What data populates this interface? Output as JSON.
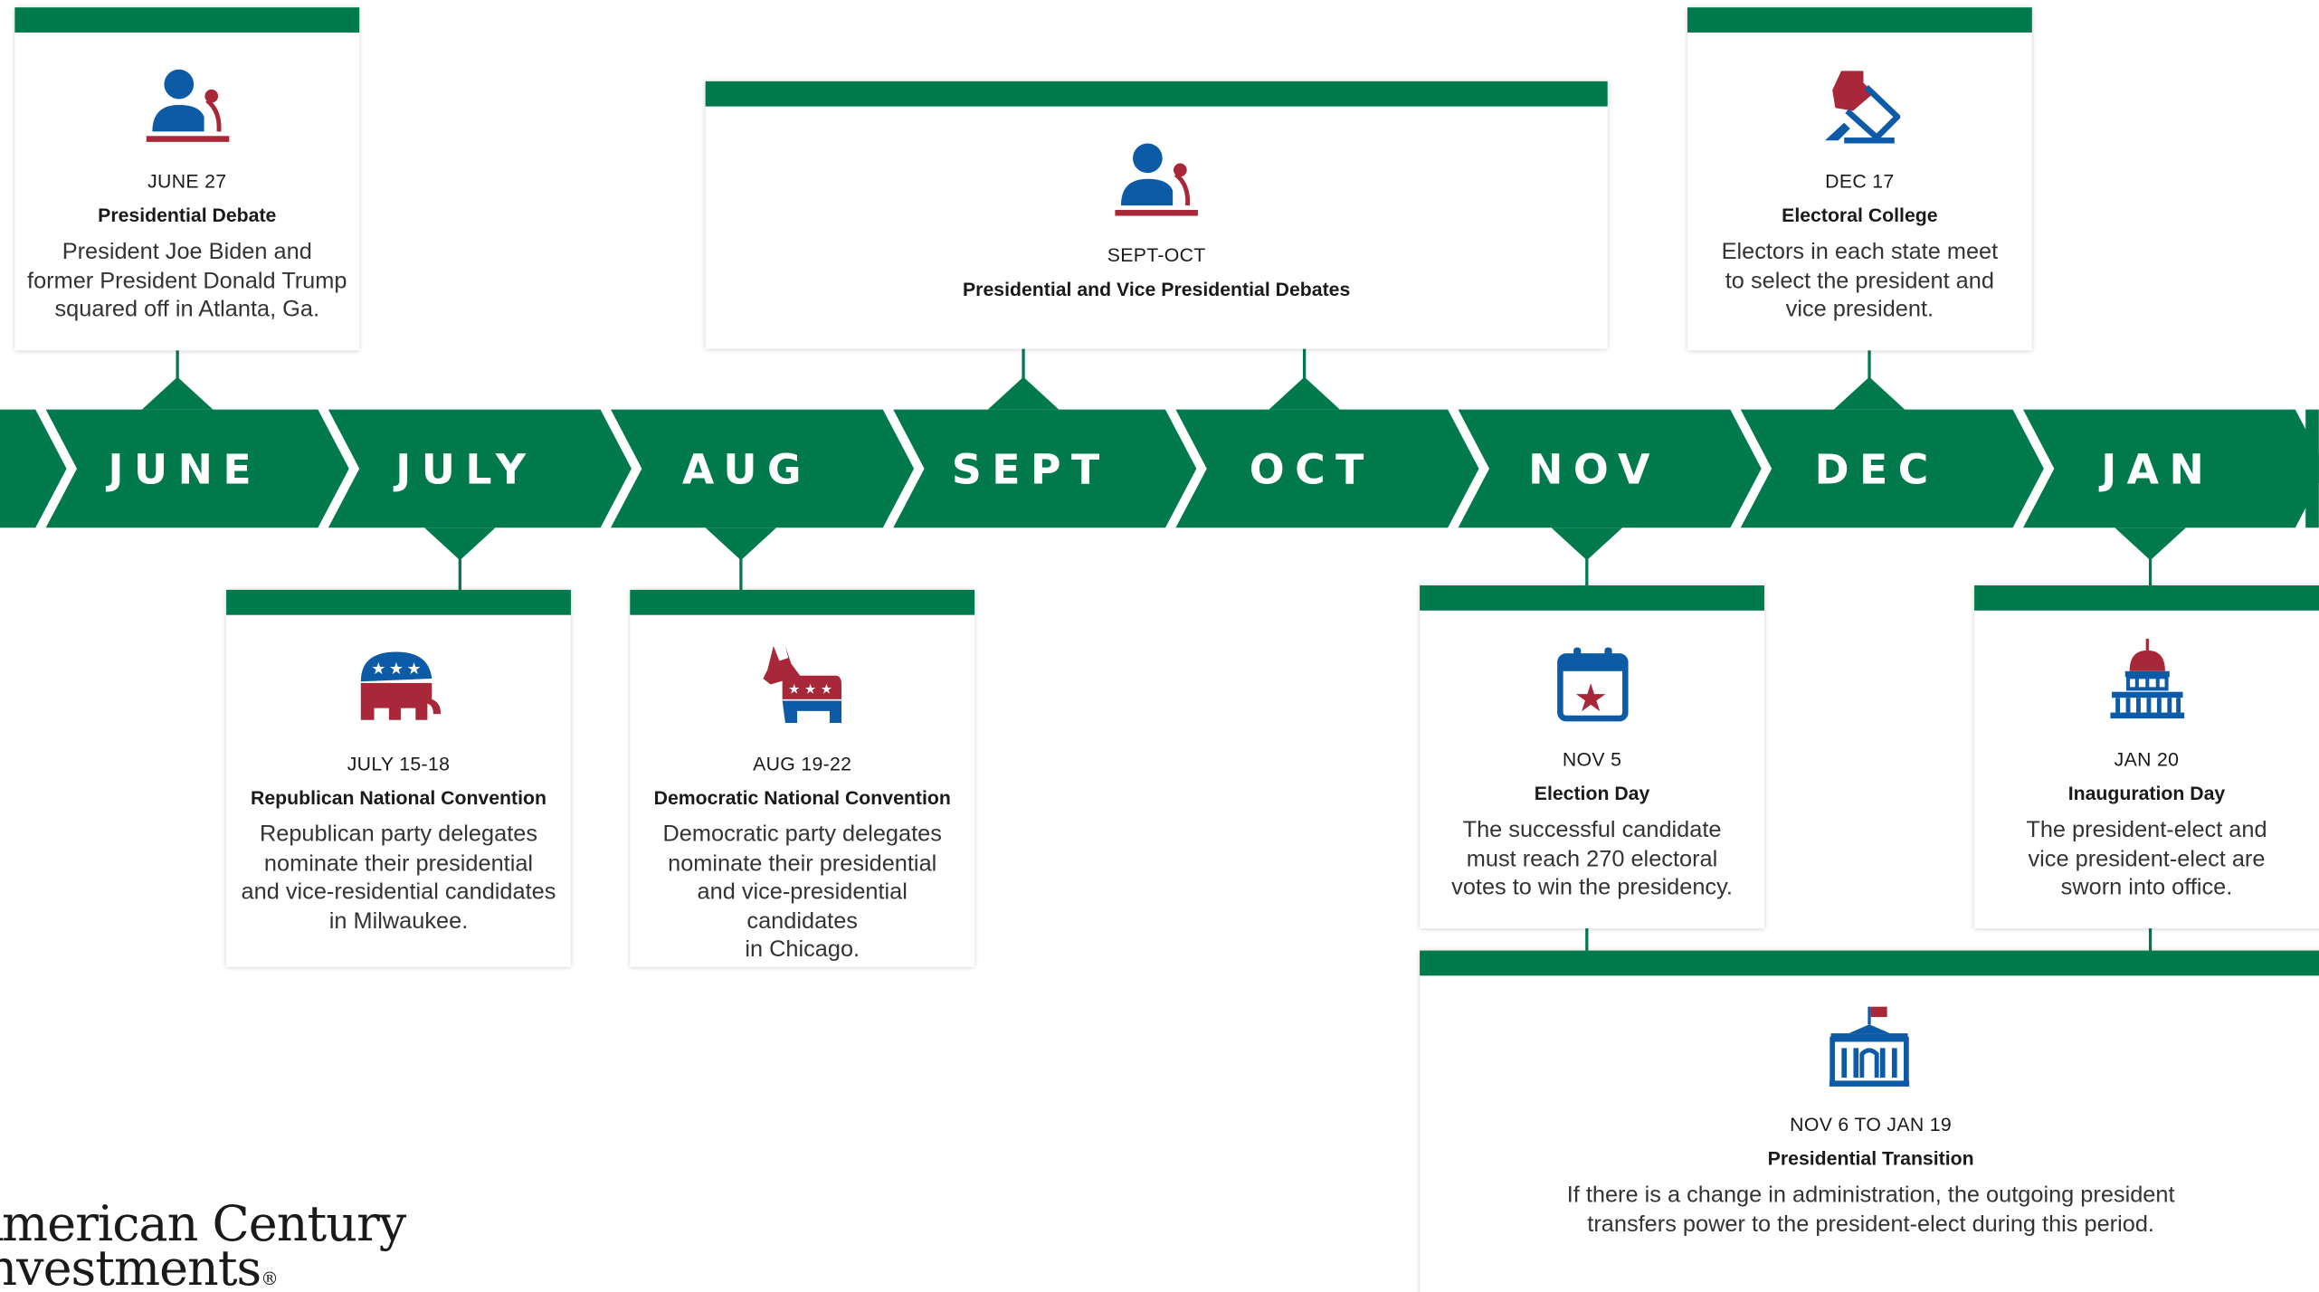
{
  "months": [
    "JUNE",
    "JULY",
    "AUG",
    "SEPT",
    "OCT",
    "NOV",
    "DEC",
    "JAN"
  ],
  "colors": {
    "green": "#007a4d",
    "blue": "#0d5ba7",
    "red": "#a8283a"
  },
  "events": {
    "june27": {
      "date": "JUNE 27",
      "title": "Presidential Debate",
      "desc": [
        "President Joe Biden and",
        "former President Donald Trump",
        "squared off in Atlanta, Ga."
      ],
      "icon": "podium-speaker-icon"
    },
    "septoct": {
      "date": "SEPT-OCT",
      "title": "Presidential and Vice Presidential Debates",
      "icon": "podium-speaker-icon"
    },
    "dec17": {
      "date": "DEC 17",
      "title": "Electoral College",
      "desc": [
        "Electors in each state meet",
        "to select the president and",
        "vice president."
      ],
      "icon": "ballot-box-icon"
    },
    "july": {
      "date": "JULY 15-18",
      "title": "Republican National Convention",
      "desc": [
        "Republican party delegates",
        "nominate their presidential",
        "and vice-residential candidates",
        "in Milwaukee."
      ],
      "icon": "elephant-icon"
    },
    "aug": {
      "date": "AUG 19-22",
      "title": "Democratic National Convention",
      "desc": [
        "Democratic party delegates",
        "nominate their presidential",
        "and vice-presidential candidates",
        "in Chicago."
      ],
      "icon": "donkey-icon"
    },
    "nov5": {
      "date": "NOV 5",
      "title": "Election Day",
      "desc": [
        "The successful candidate",
        "must reach 270 electoral",
        "votes to win the presidency."
      ],
      "icon": "calendar-star-icon"
    },
    "jan20": {
      "date": "JAN 20",
      "title": "Inauguration Day",
      "desc": [
        "The president-elect and",
        "vice president-elect are",
        "sworn into office."
      ],
      "icon": "capitol-icon"
    },
    "transition": {
      "date": "NOV 6 TO JAN 19",
      "title": "Presidential Transition",
      "desc": [
        "If there is a change in administration, the outgoing president",
        "transfers power to the president-elect during this period."
      ],
      "icon": "white-house-icon"
    }
  },
  "logo": {
    "line1": "American Century",
    "line2": "Investments",
    "mark": "®"
  }
}
